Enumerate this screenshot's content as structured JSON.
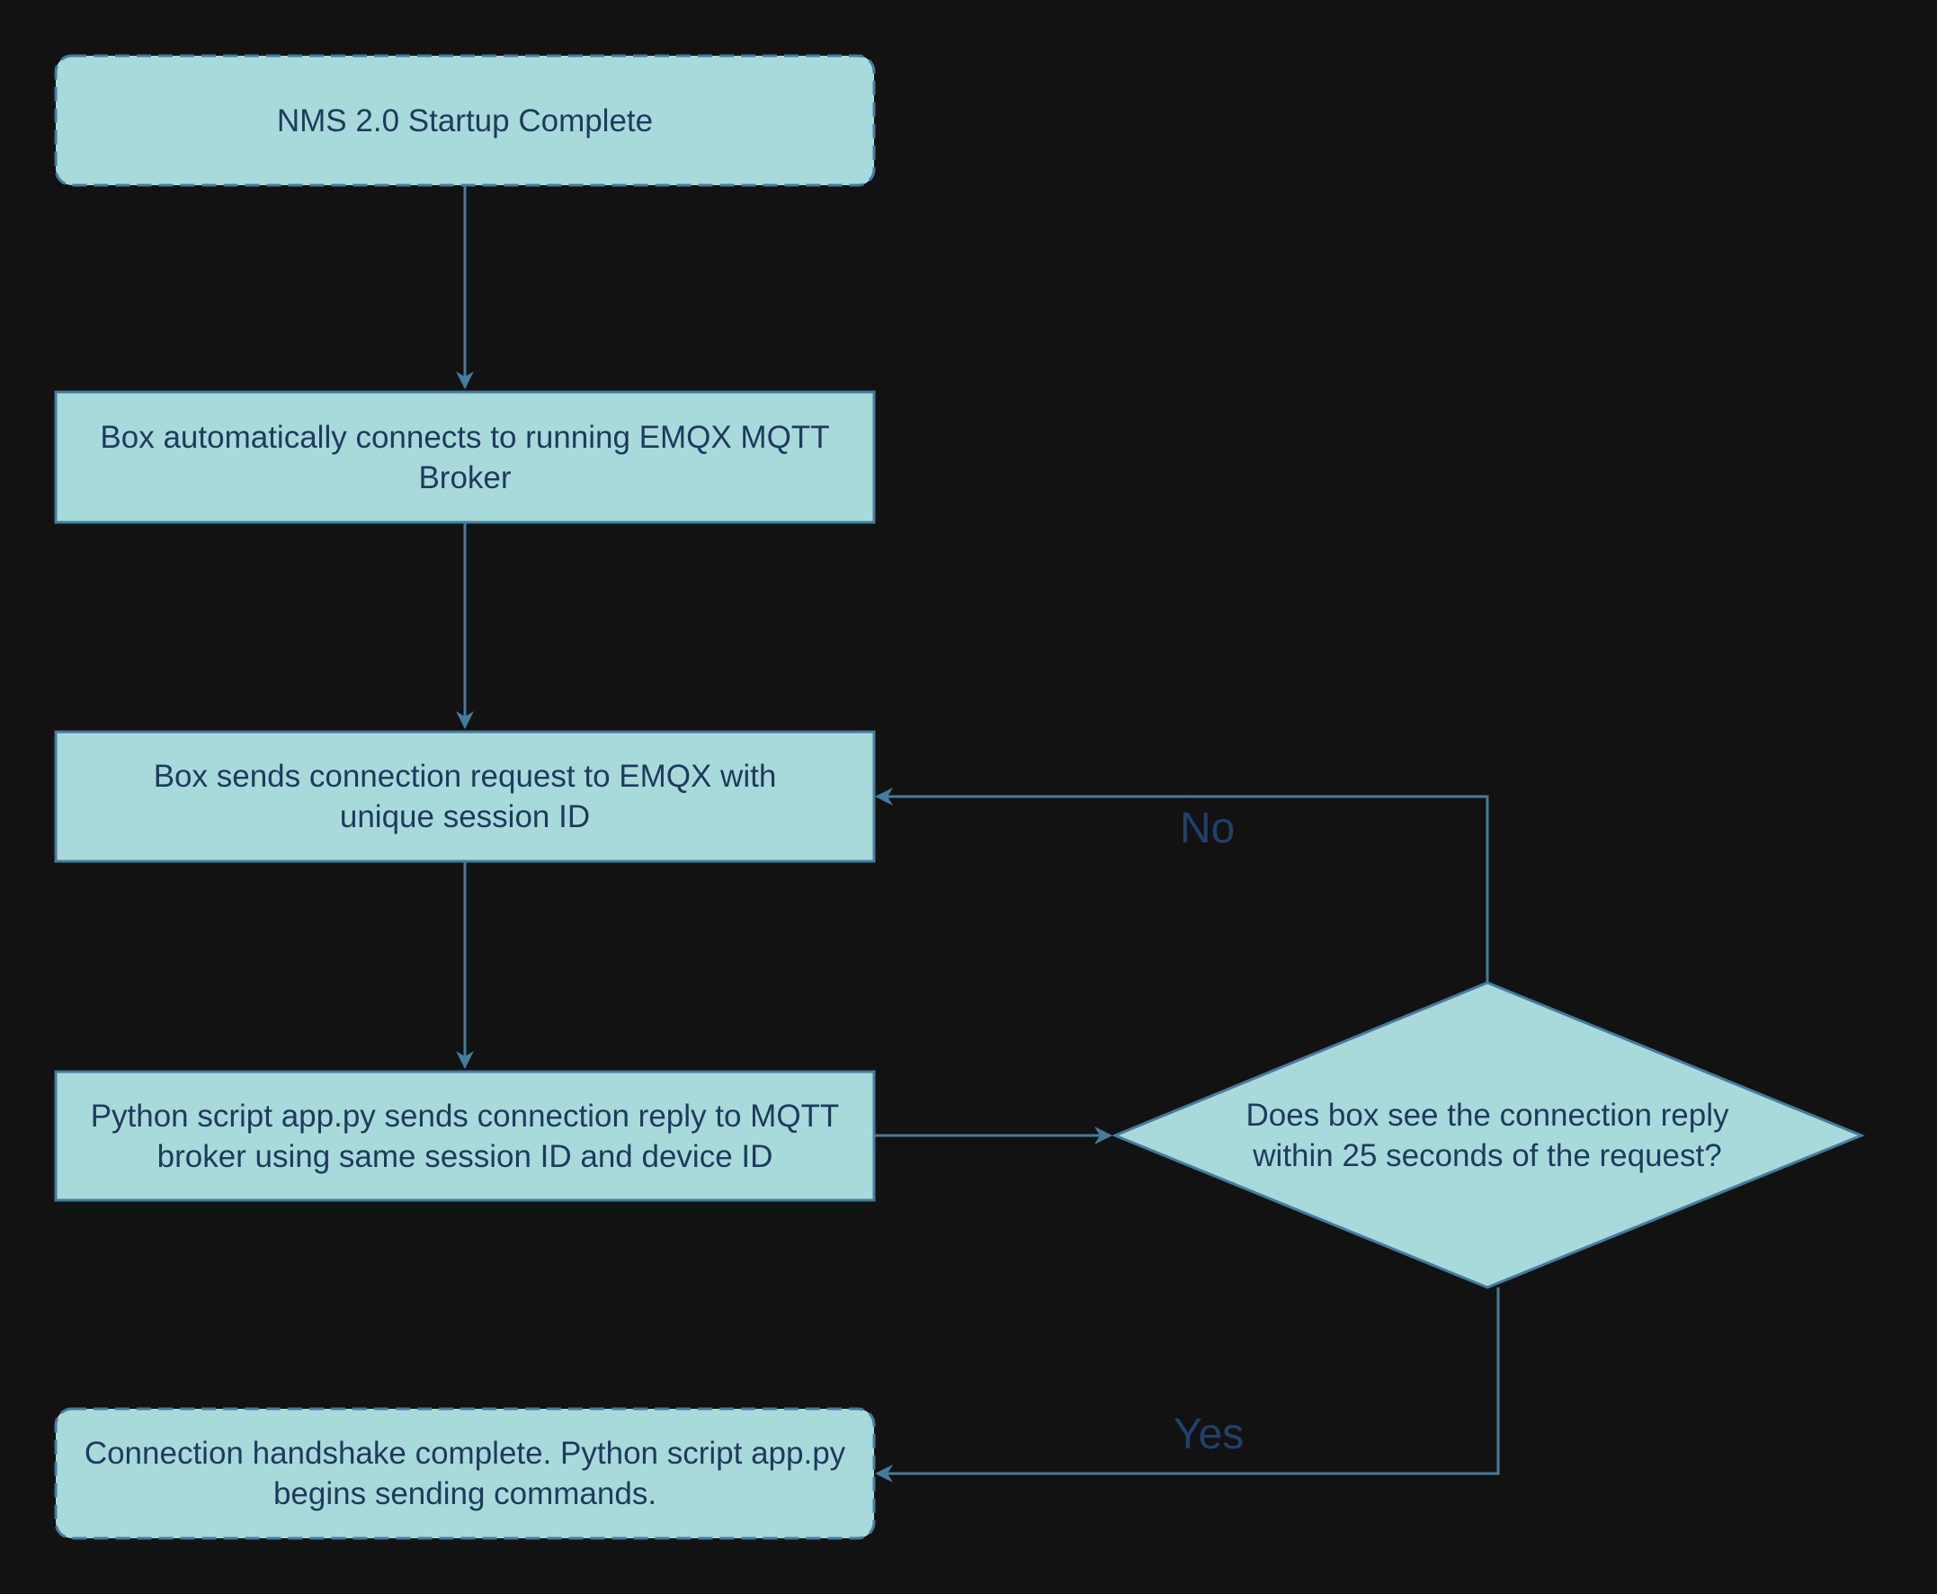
{
  "colors": {
    "background": "#121212",
    "node_fill": "#a8dadc",
    "node_stroke": "#457b9d",
    "text": "#1e3a5c",
    "edge": "#457b9d",
    "edge_label": "#23406a"
  },
  "nodes": {
    "start": {
      "text": "NMS 2.0 Startup Complete",
      "shape": "rounded-dashed"
    },
    "connect": {
      "text": "Box automatically connects to running EMQX MQTT Broker",
      "shape": "rectangle"
    },
    "request": {
      "text": "Box sends connection request to EMQX with unique session ID",
      "shape": "rectangle"
    },
    "reply": {
      "text": "Python script app.py sends connection reply to MQTT broker using same session ID and device ID",
      "shape": "rectangle"
    },
    "decision": {
      "text": "Does box see the connection reply within 25 seconds of the request?",
      "shape": "diamond"
    },
    "end": {
      "text": "Connection handshake complete. Python script app.py begins sending commands.",
      "shape": "rounded-dashed"
    }
  },
  "edges": {
    "no_label": "No",
    "yes_label": "Yes"
  }
}
